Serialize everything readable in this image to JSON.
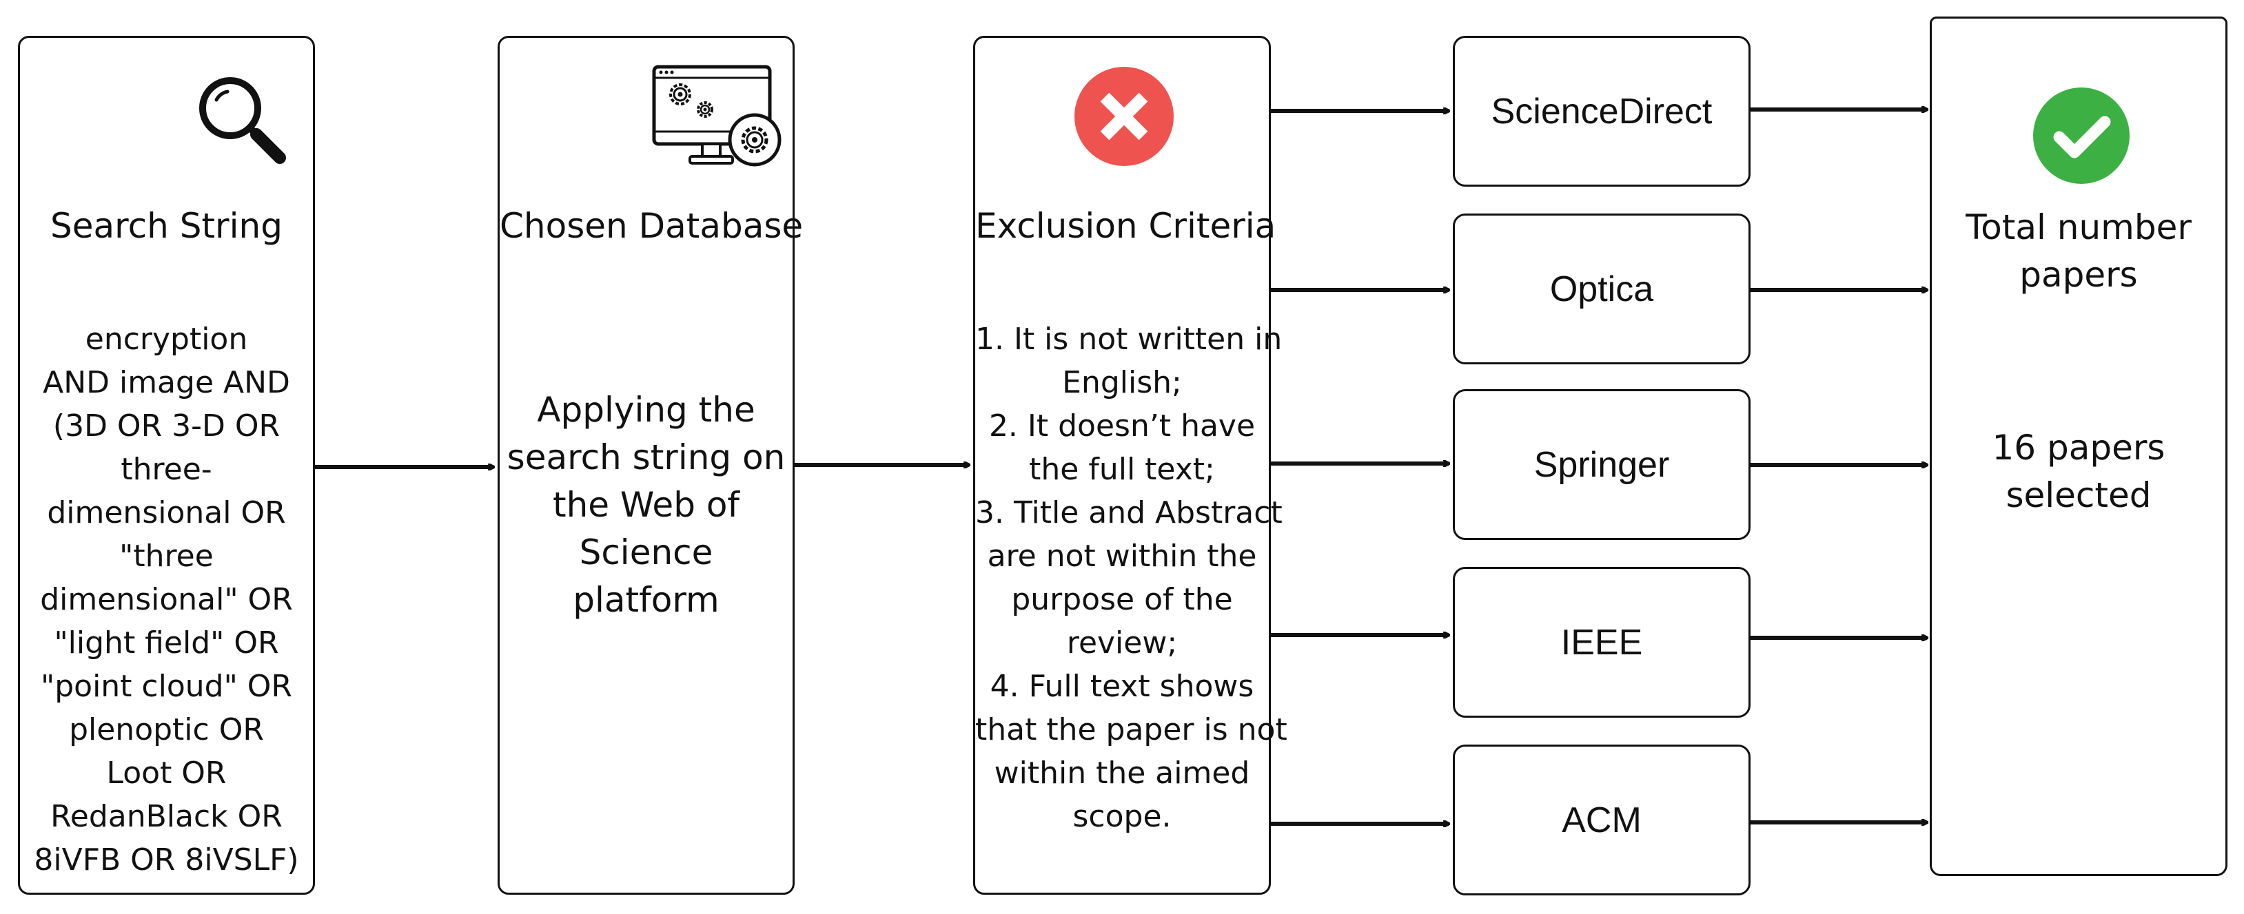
{
  "search_string": {
    "title": "Search String",
    "lines": [
      "encryption",
      "AND image AND",
      "(3D OR 3-D OR",
      "three-",
      "dimensional OR",
      "\"three",
      "dimensional\" OR",
      "\"light field\" OR",
      "\"point cloud\" OR",
      "plenoptic OR",
      "Loot OR",
      "RedanBlack OR",
      "8iVFB OR 8iVSLF)"
    ],
    "icon": "magnifying-glass-icon"
  },
  "chosen_database": {
    "title": "Chosen Database",
    "lines": [
      "Applying the",
      "search string on",
      "the Web of",
      "Science",
      "platform"
    ],
    "icon": "computer-gears-icon"
  },
  "exclusion_criteria": {
    "title": "Exclusion Criteria",
    "lines": [
      "1. It is not written in",
      "English;",
      "2. It doesn’t have",
      "the full text;",
      "3. Title and Abstract",
      "are not within the",
      "purpose of the",
      "review;",
      "4. Full text shows",
      "that the paper is not",
      "within the aimed",
      "scope."
    ],
    "icon": "red-x-circle-icon",
    "icon_color": "#ef5350"
  },
  "databases": [
    "ScienceDirect",
    "Optica",
    "Springer",
    "IEEE",
    "ACM"
  ],
  "total": {
    "title_line1": "Total number",
    "title_line2": "papers",
    "result_line1": "16 papers",
    "result_line2": "selected",
    "icon": "green-check-circle-icon",
    "icon_color": "#3cb043"
  }
}
